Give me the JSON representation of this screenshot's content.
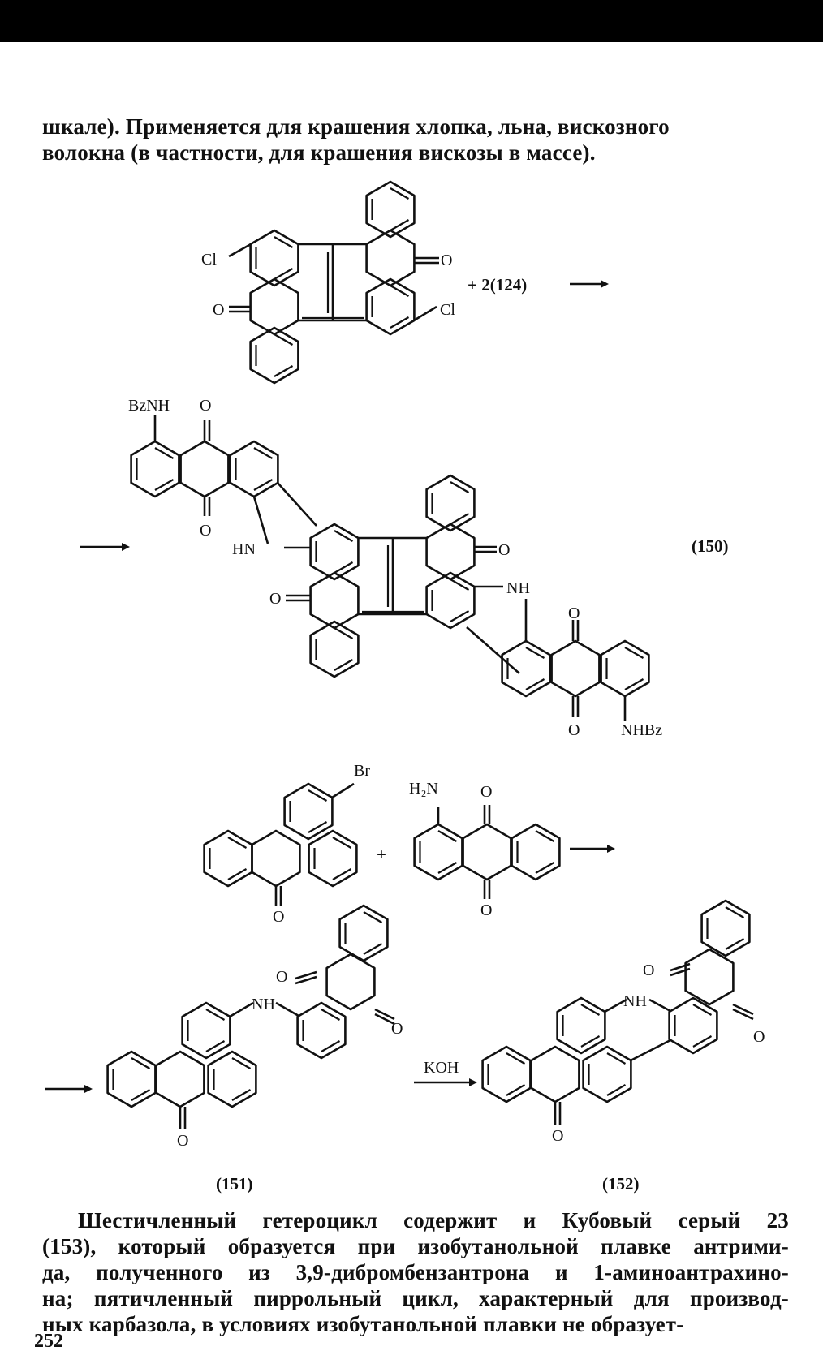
{
  "page": {
    "paragraph_top": [
      "шкале). Применяется для крашения хлопка, льна, вискозного",
      "волокна (в частности, для крашения вискозы в массе)."
    ],
    "paragraph_bottom": [
      "Шестичленный гетероцикл содержит и Кубовый серый 23",
      "(153), который образуется при изобутанольной плавке антрими-",
      "да, полученного из 3,9-дибромбензантрона и 1-аминоантрахино-",
      "на; пятичленный пиррольный цикл, характерный для производ-",
      "ных карбазола, в условиях изобутанольной плавки не образует-"
    ],
    "page_number": "252"
  },
  "scheme": {
    "reaction1": {
      "reagent": "+ 2(124)",
      "labels": {
        "cl_left": "Cl",
        "cl_right": "Cl",
        "o_left": "O",
        "o_right": "O"
      }
    },
    "product150": {
      "compound_number": "(150)",
      "labels": {
        "bznh": "BzNH",
        "o_a": "O",
        "o_b": "O",
        "hn": "HN",
        "o_c": "O",
        "o_d": "O",
        "nh": "NH",
        "o_e": "O",
        "o_f": "O",
        "nhbz": "NHBz"
      }
    },
    "reaction2": {
      "plus": "+",
      "labels": {
        "br": "Br",
        "o_bz": "O",
        "h2n": "H₂N",
        "o_aq_top": "O",
        "o_aq_bottom": "O"
      }
    },
    "product151": {
      "compound_number": "(151)",
      "labels": {
        "nh": "NH",
        "o_1": "O",
        "o_2": "O",
        "o_3": "O"
      }
    },
    "product152": {
      "compound_number": "(152)",
      "reagent": "KOH",
      "labels": {
        "nh": "NH",
        "o_1": "O",
        "o_2": "O",
        "o_3": "O"
      }
    }
  }
}
